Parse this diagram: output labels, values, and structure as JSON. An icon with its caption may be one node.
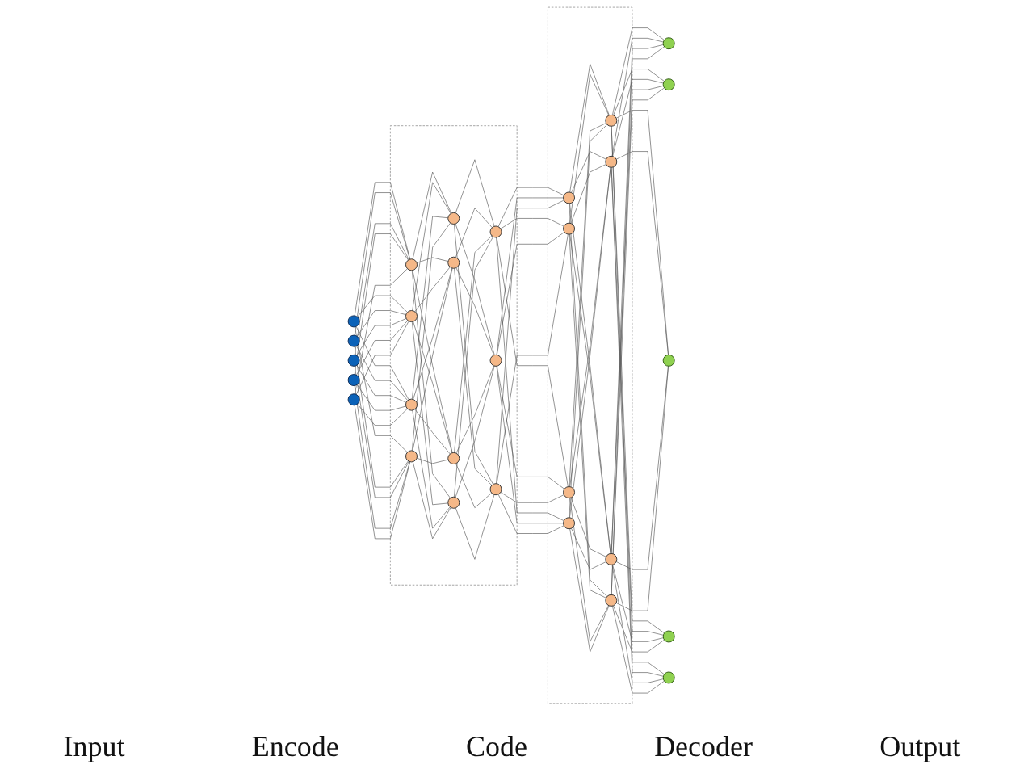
{
  "diagram": {
    "nodes": [
      {
        "text": [],
        "shape": "circle"
      },
      {
        "text": [],
        "shape": "circle"
      },
      {
        "text": [],
        "shape": "circle"
      },
      {
        "text": [],
        "shape": "circle"
      },
      {
        "text": [],
        "shape": "circle"
      },
      {
        "text": [],
        "shape": "box"
      },
      {
        "text": [],
        "shape": "circle",
        "in": 5
      },
      {
        "text": [],
        "shape": "circle",
        "in": 5
      },
      {
        "text": [],
        "shape": "circle",
        "in": 5
      },
      {
        "text": [],
        "shape": "circle",
        "in": 5
      },
      {
        "text": [],
        "shape": "circle",
        "in": 5
      },
      {
        "text": [],
        "shape": "circle",
        "in": 5
      },
      {
        "text": [],
        "shape": "circle",
        "in": 5
      },
      {
        "text": [],
        "shape": "circle",
        "in": 5
      },
      {
        "text": [],
        "shape": "circle",
        "in": 5
      },
      {
        "text": [],
        "shape": "circle",
        "in": 5
      },
      {
        "text": [],
        "shape": "circle",
        "in": 5
      },
      {
        "text": [],
        "shape": "box"
      },
      {
        "text": [],
        "shape": "circle",
        "in": 17
      },
      {
        "text": [],
        "shape": "circle",
        "in": 17
      },
      {
        "text": [],
        "shape": "circle",
        "in": 17
      },
      {
        "text": [],
        "shape": "circle",
        "in": 17
      },
      {
        "text": [],
        "shape": "circle",
        "in": 17
      },
      {
        "text": [],
        "shape": "circle",
        "in": 17
      },
      {
        "text": [],
        "shape": "circle",
        "in": 17
      },
      {
        "text": [],
        "shape": "circle",
        "in": 17
      },
      {
        "text": [],
        "shape": "circle"
      },
      {
        "text": [],
        "shape": "circle"
      },
      {
        "text": [],
        "shape": "circle"
      },
      {
        "text": [],
        "shape": "circle"
      },
      {
        "text": [],
        "shape": "circle"
      }
    ],
    "edges": [
      {
        "from": 0,
        "to": 6,
        "arrow": "none"
      },
      {
        "from": 0,
        "to": 7,
        "arrow": "none"
      },
      {
        "from": 0,
        "to": 8,
        "arrow": "none"
      },
      {
        "from": 0,
        "to": 9,
        "arrow": "none"
      },
      {
        "from": 1,
        "to": 6,
        "arrow": "none"
      },
      {
        "from": 1,
        "to": 7,
        "arrow": "none"
      },
      {
        "from": 1,
        "to": 8,
        "arrow": "none"
      },
      {
        "from": 1,
        "to": 9,
        "arrow": "none"
      },
      {
        "from": 2,
        "to": 6,
        "arrow": "none"
      },
      {
        "from": 2,
        "to": 7,
        "arrow": "none"
      },
      {
        "from": 2,
        "to": 8,
        "arrow": "none"
      },
      {
        "from": 2,
        "to": 9,
        "arrow": "none"
      },
      {
        "from": 3,
        "to": 6,
        "arrow": "none"
      },
      {
        "from": 3,
        "to": 7,
        "arrow": "none"
      },
      {
        "from": 3,
        "to": 8,
        "arrow": "none"
      },
      {
        "from": 3,
        "to": 9,
        "arrow": "none"
      },
      {
        "from": 4,
        "to": 6,
        "arrow": "none"
      },
      {
        "from": 4,
        "to": 7,
        "arrow": "none"
      },
      {
        "from": 4,
        "to": 8,
        "arrow": "none"
      },
      {
        "from": 4,
        "to": 9,
        "arrow": "none"
      },
      {
        "from": 6,
        "to": 10,
        "arrow": "none"
      },
      {
        "from": 6,
        "to": 11,
        "arrow": "none"
      },
      {
        "from": 6,
        "to": 12,
        "arrow": "none"
      },
      {
        "from": 6,
        "to": 13,
        "arrow": "none"
      },
      {
        "from": 7,
        "to": 10,
        "arrow": "none"
      },
      {
        "from": 7,
        "to": 11,
        "arrow": "none"
      },
      {
        "from": 7,
        "to": 12,
        "arrow": "none"
      },
      {
        "from": 7,
        "to": 13,
        "arrow": "none"
      },
      {
        "from": 8,
        "to": 10,
        "arrow": "none"
      },
      {
        "from": 8,
        "to": 11,
        "arrow": "none"
      },
      {
        "from": 8,
        "to": 12,
        "arrow": "none"
      },
      {
        "from": 8,
        "to": 13,
        "arrow": "none"
      },
      {
        "from": 9,
        "to": 10,
        "arrow": "none"
      },
      {
        "from": 9,
        "to": 11,
        "arrow": "none"
      },
      {
        "from": 9,
        "to": 12,
        "arrow": "none"
      },
      {
        "from": 9,
        "to": 13,
        "arrow": "none"
      },
      {
        "from": 10,
        "to": 14,
        "arrow": "none"
      },
      {
        "from": 10,
        "to": 15,
        "arrow": "none"
      },
      {
        "from": 10,
        "to": 16,
        "arrow": "none"
      },
      {
        "from": 11,
        "to": 14,
        "arrow": "none"
      },
      {
        "from": 11,
        "to": 15,
        "arrow": "none"
      },
      {
        "from": 11,
        "to": 16,
        "arrow": "none"
      },
      {
        "from": 12,
        "to": 14,
        "arrow": "none"
      },
      {
        "from": 12,
        "to": 15,
        "arrow": "none"
      },
      {
        "from": 12,
        "to": 16,
        "arrow": "none"
      },
      {
        "from": 13,
        "to": 14,
        "arrow": "none"
      },
      {
        "from": 13,
        "to": 15,
        "arrow": "none"
      },
      {
        "from": 13,
        "to": 16,
        "arrow": "none"
      },
      {
        "from": 14,
        "to": 18,
        "arrow": "none"
      },
      {
        "from": 14,
        "to": 19,
        "arrow": "none"
      },
      {
        "from": 14,
        "to": 20,
        "arrow": "none"
      },
      {
        "from": 14,
        "to": 21,
        "arrow": "none"
      },
      {
        "from": 15,
        "to": 18,
        "arrow": "none"
      },
      {
        "from": 15,
        "to": 19,
        "arrow": "none"
      },
      {
        "from": 15,
        "to": 20,
        "arrow": "none"
      },
      {
        "from": 15,
        "to": 21,
        "arrow": "none"
      },
      {
        "from": 16,
        "to": 18,
        "arrow": "none"
      },
      {
        "from": 16,
        "to": 19,
        "arrow": "none"
      },
      {
        "from": 16,
        "to": 20,
        "arrow": "none"
      },
      {
        "from": 16,
        "to": 21,
        "arrow": "none"
      },
      {
        "from": 18,
        "to": 22,
        "arrow": "none"
      },
      {
        "from": 18,
        "to": 23,
        "arrow": "none"
      },
      {
        "from": 18,
        "to": 24,
        "arrow": "none"
      },
      {
        "from": 18,
        "to": 25,
        "arrow": "none"
      },
      {
        "from": 19,
        "to": 22,
        "arrow": "none"
      },
      {
        "from": 19,
        "to": 23,
        "arrow": "none"
      },
      {
        "from": 19,
        "to": 24,
        "arrow": "none"
      },
      {
        "from": 19,
        "to": 25,
        "arrow": "none"
      },
      {
        "from": 20,
        "to": 22,
        "arrow": "none"
      },
      {
        "from": 20,
        "to": 23,
        "arrow": "none"
      },
      {
        "from": 20,
        "to": 24,
        "arrow": "none"
      },
      {
        "from": 20,
        "to": 25,
        "arrow": "none"
      },
      {
        "from": 21,
        "to": 22,
        "arrow": "none"
      },
      {
        "from": 21,
        "to": 23,
        "arrow": "none"
      },
      {
        "from": 21,
        "to": 24,
        "arrow": "none"
      },
      {
        "from": 21,
        "to": 25,
        "arrow": "none"
      },
      {
        "from": 22,
        "to": 26,
        "arrow": "none"
      },
      {
        "from": 22,
        "to": 27,
        "arrow": "none"
      },
      {
        "from": 22,
        "to": 28,
        "arrow": "none"
      },
      {
        "from": 22,
        "to": 29,
        "arrow": "none"
      },
      {
        "from": 22,
        "to": 30,
        "arrow": "none"
      },
      {
        "from": 23,
        "to": 26,
        "arrow": "none"
      },
      {
        "from": 23,
        "to": 27,
        "arrow": "none"
      },
      {
        "from": 23,
        "to": 28,
        "arrow": "none"
      },
      {
        "from": 23,
        "to": 29,
        "arrow": "none"
      },
      {
        "from": 23,
        "to": 30,
        "arrow": "none"
      },
      {
        "from": 24,
        "to": 26,
        "arrow": "none"
      },
      {
        "from": 24,
        "to": 27,
        "arrow": "none"
      },
      {
        "from": 24,
        "to": 28,
        "arrow": "none"
      },
      {
        "from": 24,
        "to": 29,
        "arrow": "none"
      },
      {
        "from": 24,
        "to": 30,
        "arrow": "none"
      },
      {
        "from": 25,
        "to": 26,
        "arrow": "none"
      },
      {
        "from": 25,
        "to": 27,
        "arrow": "none"
      },
      {
        "from": 25,
        "to": 28,
        "arrow": "none"
      },
      {
        "from": 25,
        "to": 29,
        "arrow": "none"
      },
      {
        "from": 25,
        "to": 30,
        "arrow": "none"
      }
    ],
    "labels": [
      "Input",
      "Encode",
      "Code",
      "Decoder",
      "Output"
    ]
  }
}
